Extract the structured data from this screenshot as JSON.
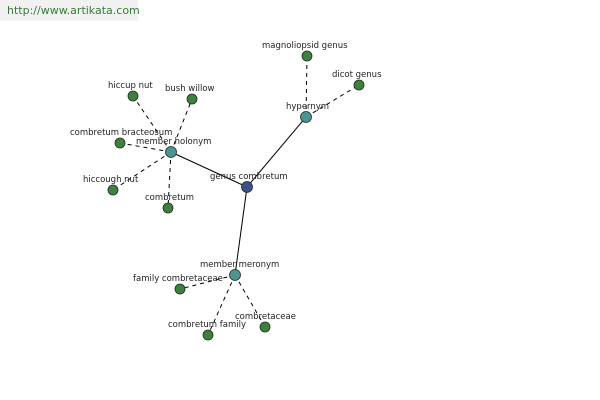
{
  "source": {
    "url_text": "http://www.artikata.com"
  },
  "colors": {
    "root": "#3d4f8a",
    "relation": "#4a9494",
    "leaf": "#3f7f3f"
  },
  "graph": {
    "root": {
      "id": "genus-combretum",
      "label": "genus combretum"
    },
    "relations": [
      {
        "id": "member-holonym",
        "label": "member holonym",
        "leaves": [
          {
            "id": "hiccup-nut",
            "label": "hiccup nut"
          },
          {
            "id": "bush-willow",
            "label": "bush willow"
          },
          {
            "id": "combretum-bracteosum",
            "label": "combretum bracteosum"
          },
          {
            "id": "hiccough-nut",
            "label": "hiccough nut"
          },
          {
            "id": "combretum",
            "label": "combretum"
          }
        ]
      },
      {
        "id": "hypernym",
        "label": "hypernym",
        "leaves": [
          {
            "id": "magnoliopsid-genus",
            "label": "magnoliopsid genus"
          },
          {
            "id": "dicot-genus",
            "label": "dicot genus"
          }
        ]
      },
      {
        "id": "member-meronym",
        "label": "member meronym",
        "leaves": [
          {
            "id": "family-combretaceae",
            "label": "family combretaceae"
          },
          {
            "id": "combretum-family",
            "label": "combretum family"
          },
          {
            "id": "combretaceae",
            "label": "combretaceae"
          }
        ]
      }
    ]
  }
}
